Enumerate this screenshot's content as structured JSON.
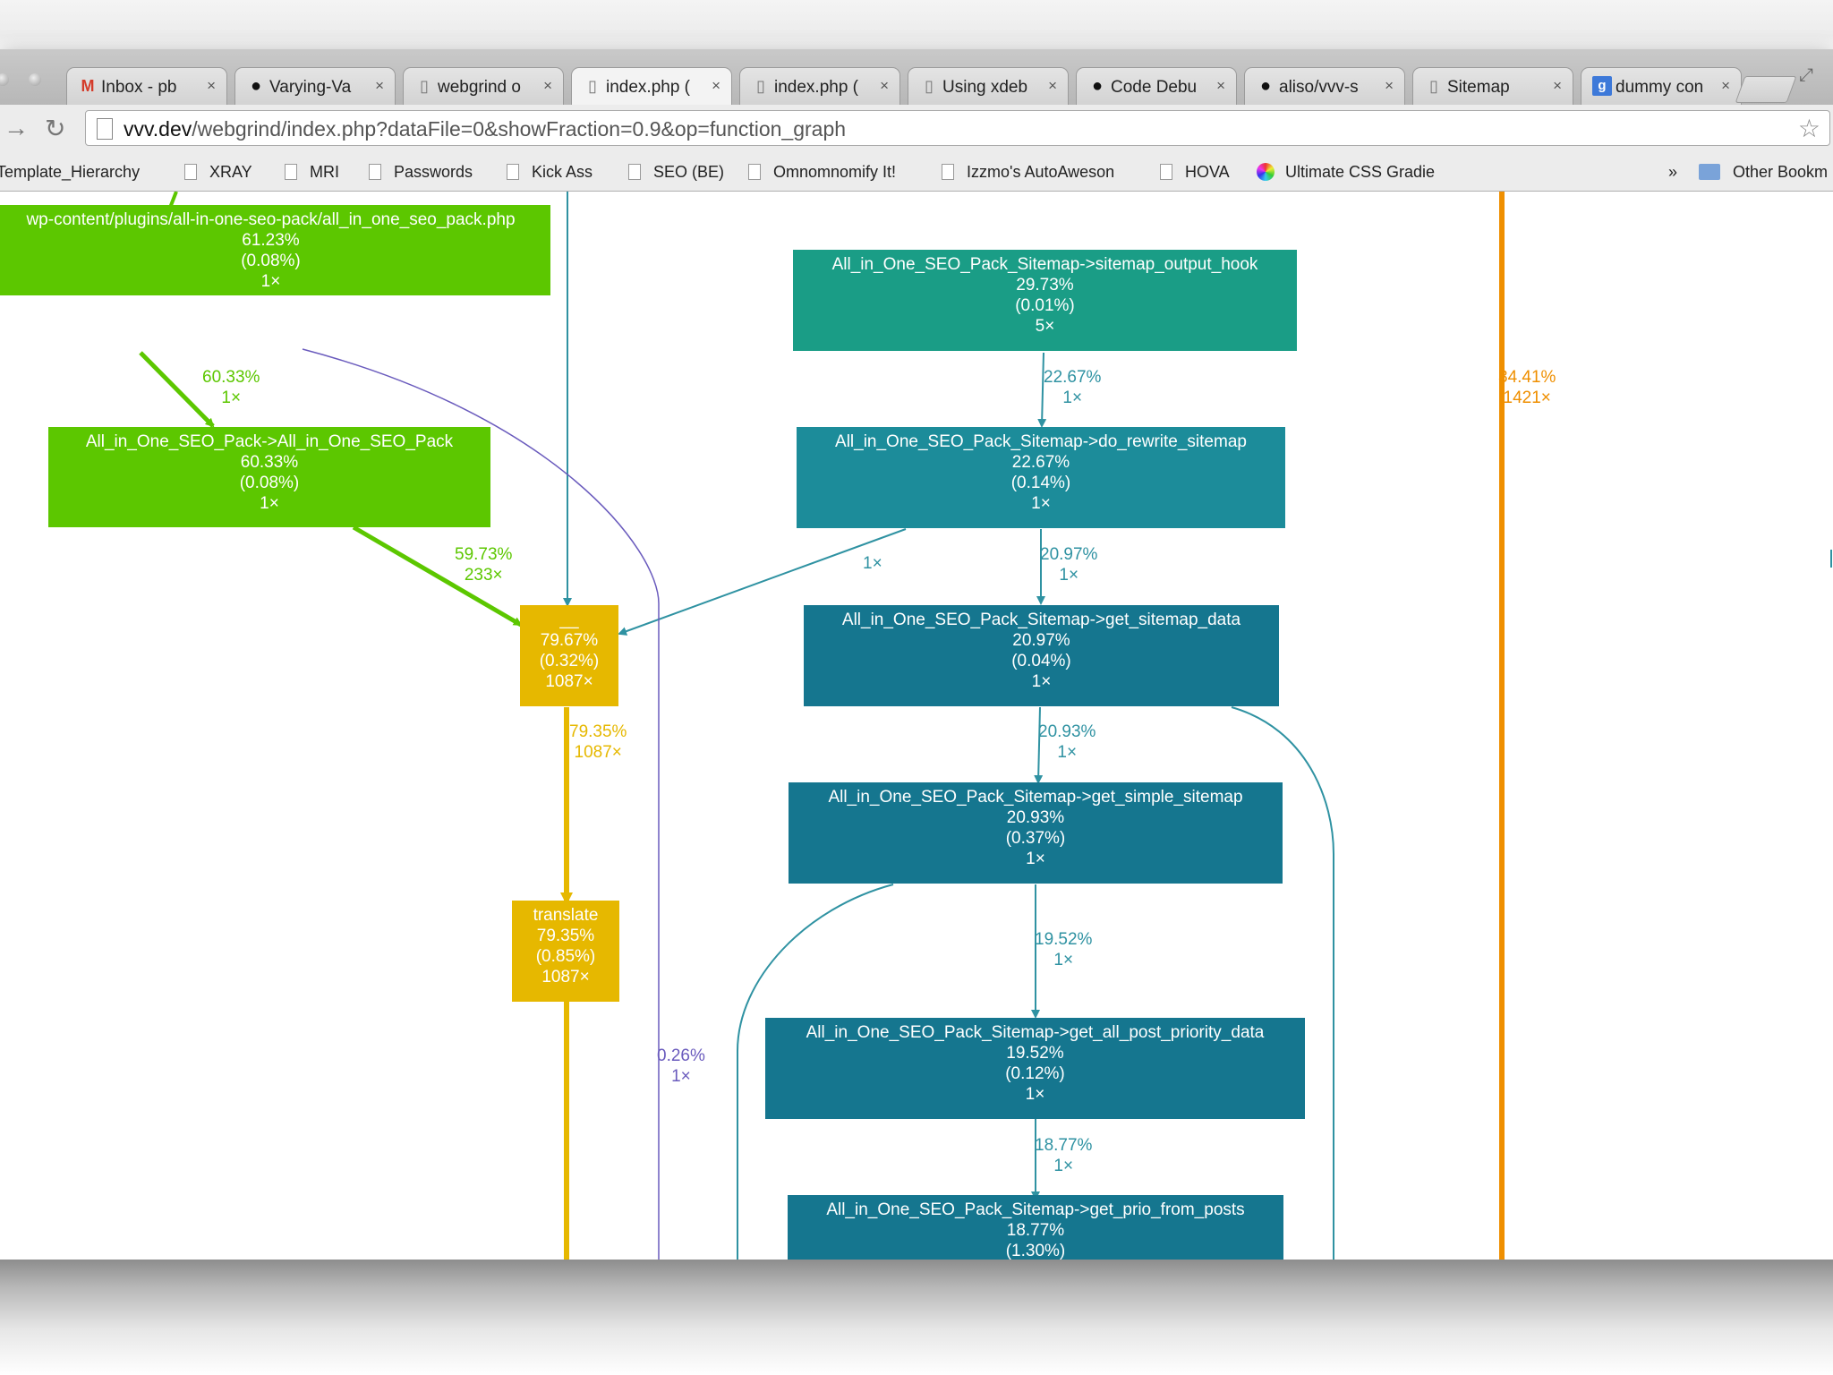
{
  "browser": {
    "tabs": [
      {
        "icon": "gmail-icon",
        "title": "Inbox - pb"
      },
      {
        "icon": "github-icon",
        "title": "Varying-Va"
      },
      {
        "icon": "page-icon",
        "title": "webgrind o"
      },
      {
        "icon": "page-icon",
        "title": "index.php ("
      },
      {
        "icon": "page-icon",
        "title": "index.php ("
      },
      {
        "icon": "page-icon",
        "title": "Using xdeb"
      },
      {
        "icon": "github-icon",
        "title": "Code Debu"
      },
      {
        "icon": "github-icon",
        "title": "aliso/vvv-s"
      },
      {
        "icon": "page-icon",
        "title": "Sitemap"
      },
      {
        "icon": "google-icon",
        "title": "dummy con"
      }
    ],
    "tab_close": "×",
    "url_host": "vvv.dev",
    "url_path": "/webgrind/index.php?dataFile=0&showFraction=0.9&op=function_graph",
    "bookmarks": [
      "Template_Hierarchy",
      "XRAY",
      "MRI",
      "Passwords",
      "Kick Ass",
      "SEO (BE)",
      "Omnomnomify It!",
      "Izzmo's AutoAweson",
      "HOVA",
      "Ultimate CSS Gradie"
    ],
    "bookmarks_overflow": "»",
    "other_bookmarks": "Other Bookm"
  },
  "graph": {
    "colors": {
      "green": "#5cc700",
      "seafoam": "#1a9d86",
      "teal": "#1c8c9a",
      "blue": "#15768f",
      "gold": "#e6b800",
      "orange": "#ef8f00",
      "purple": "#6a5bbd",
      "edge_teal": "#2f92a2"
    },
    "nodes": {
      "n_aio_file": {
        "name": "wp-content/plugins/all-in-one-seo-pack/all_in_one_seo_pack.php",
        "inclusive": "61.23%",
        "self": "(0.08%)",
        "calls": "1×"
      },
      "n_aio_ctor": {
        "name": "All_in_One_SEO_Pack->All_in_One_SEO_Pack",
        "inclusive": "60.33%",
        "self": "(0.08%)",
        "calls": "1×"
      },
      "n_gettext": {
        "name": "__",
        "inclusive": "79.67%",
        "self": "(0.32%)",
        "calls": "1087×"
      },
      "n_translate": {
        "name": "translate",
        "inclusive": "79.35%",
        "self": "(0.85%)",
        "calls": "1087×"
      },
      "n_output_hook": {
        "name": "All_in_One_SEO_Pack_Sitemap->sitemap_output_hook",
        "inclusive": "29.73%",
        "self": "(0.01%)",
        "calls": "5×"
      },
      "n_rewrite": {
        "name": "All_in_One_SEO_Pack_Sitemap->do_rewrite_sitemap",
        "inclusive": "22.67%",
        "self": "(0.14%)",
        "calls": "1×"
      },
      "n_get_data": {
        "name": "All_in_One_SEO_Pack_Sitemap->get_sitemap_data",
        "inclusive": "20.97%",
        "self": "(0.04%)",
        "calls": "1×"
      },
      "n_simple": {
        "name": "All_in_One_SEO_Pack_Sitemap->get_simple_sitemap",
        "inclusive": "20.93%",
        "self": "(0.37%)",
        "calls": "1×"
      },
      "n_priority": {
        "name": "All_in_One_SEO_Pack_Sitemap->get_all_post_priority_data",
        "inclusive": "19.52%",
        "self": "(0.12%)",
        "calls": "1×"
      },
      "n_prio_posts": {
        "name": "All_in_One_SEO_Pack_Sitemap->get_prio_from_posts",
        "inclusive": "18.77%",
        "self": "(1.30%)",
        "calls": "1×"
      }
    },
    "edges": {
      "e1": {
        "pct": "60.33%",
        "calls": "1×"
      },
      "e2": {
        "pct": "59.73%",
        "calls": "233×"
      },
      "e3": {
        "pct": "79.35%",
        "calls": "1087×"
      },
      "e4": {
        "pct": "22.67%",
        "calls": "1×"
      },
      "e5": {
        "calls": "1×"
      },
      "e6": {
        "pct": "20.97%",
        "calls": "1×"
      },
      "e7": {
        "pct": "20.93%",
        "calls": "1×"
      },
      "e8": {
        "pct": "19.52%",
        "calls": "1×"
      },
      "e9": {
        "pct": "18.77%",
        "calls": "1×"
      },
      "e10": {
        "pct": "0.26%",
        "calls": "1×"
      },
      "e11": {
        "pct": "34.41%",
        "calls": "1421×"
      }
    }
  }
}
